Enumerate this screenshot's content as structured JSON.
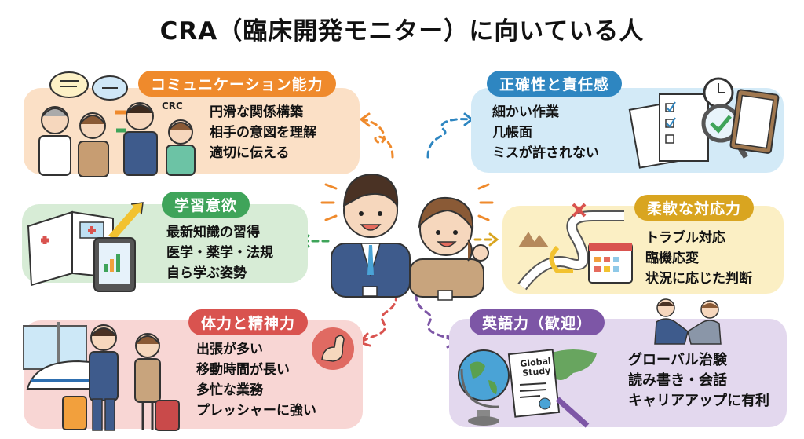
{
  "title": "CRA（臨床開発モニター）に向いている人",
  "colors": {
    "communication": "#ef8a2c",
    "accuracy": "#2e86c1",
    "learning": "#3fa45a",
    "flexibility": "#d9a520",
    "stamina": "#d9534f",
    "english": "#7d56a6"
  },
  "center": {
    "illustration": "two smiling CRA staff (man in navy suit, woman in beige suit waving)"
  },
  "cards": {
    "communication": {
      "label": "コミュニケーション能力",
      "badge": "CRC",
      "items": [
        "円滑な関係構築",
        "相手の意図を理解",
        "適切に伝える"
      ]
    },
    "accuracy": {
      "label": "正確性と責任感",
      "items": [
        "細かい作業",
        "几帳面",
        "ミスが許されない"
      ]
    },
    "learning": {
      "label": "学習意欲",
      "items": [
        "最新知識の習得",
        "医学・薬学・法規",
        "自ら学ぶ姿勢"
      ]
    },
    "flexibility": {
      "label": "柔軟な対応力",
      "items": [
        "トラブル対応",
        "臨機応変",
        "状況に応じた判断"
      ]
    },
    "stamina": {
      "label": "体力と精神力",
      "items": [
        "出張が多い",
        "移動時間が長い",
        "多忙な業務",
        "プレッシャーに強い"
      ]
    },
    "english": {
      "label": "英語力（歓迎）",
      "doc_title_1": "Global",
      "doc_title_2": "Study",
      "items": [
        "グローバル治験",
        "読み書き・会話",
        "キャリアアップに有利"
      ]
    }
  }
}
